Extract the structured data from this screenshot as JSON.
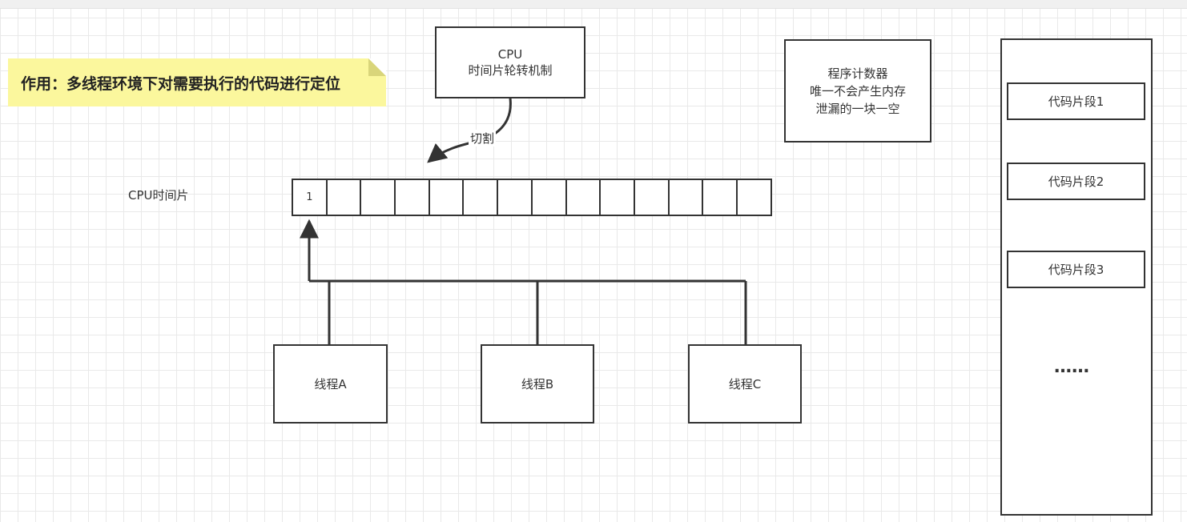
{
  "note": {
    "text": "作用：多线程环境下对需要执行的代码进行定位"
  },
  "cpu_box": {
    "text": "CPU\n时间片轮转机制"
  },
  "cut_label": "切割",
  "timeslice_label": "CPU时间片",
  "timeslice_cells": [
    "1",
    "",
    "",
    "",
    "",
    "",
    "",
    "",
    "",
    "",
    "",
    "",
    "",
    ""
  ],
  "pc_box": {
    "text": "程序计数器\n唯一不会产生内存\n泄漏的一块一空"
  },
  "threads": [
    "线程A",
    "线程B",
    "线程C"
  ],
  "code_segments": [
    "代码片段1",
    "代码片段2",
    "代码片段3"
  ],
  "ellipsis": "……"
}
